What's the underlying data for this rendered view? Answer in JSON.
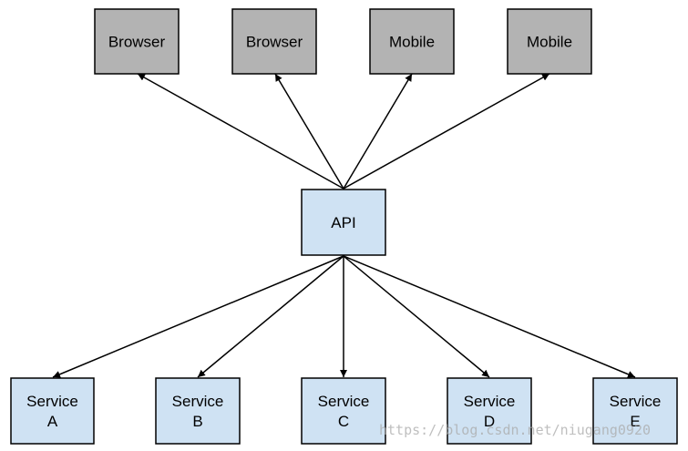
{
  "diagram": {
    "clients": [
      {
        "label": "Browser"
      },
      {
        "label": "Browser"
      },
      {
        "label": "Mobile"
      },
      {
        "label": "Mobile"
      }
    ],
    "gateway": {
      "label": "API"
    },
    "services": [
      {
        "lines": [
          "Service",
          "A"
        ]
      },
      {
        "lines": [
          "Service",
          "B"
        ]
      },
      {
        "lines": [
          "Service",
          "C"
        ]
      },
      {
        "lines": [
          "Service",
          "D"
        ]
      },
      {
        "lines": [
          "Service",
          "E"
        ]
      }
    ],
    "colors": {
      "client_fill": "#b3b3b3",
      "api_fill": "#cfe2f3",
      "service_fill": "#cfe2f3",
      "stroke": "#000000"
    }
  },
  "watermark": "https://blog.csdn.net/niugang0920"
}
